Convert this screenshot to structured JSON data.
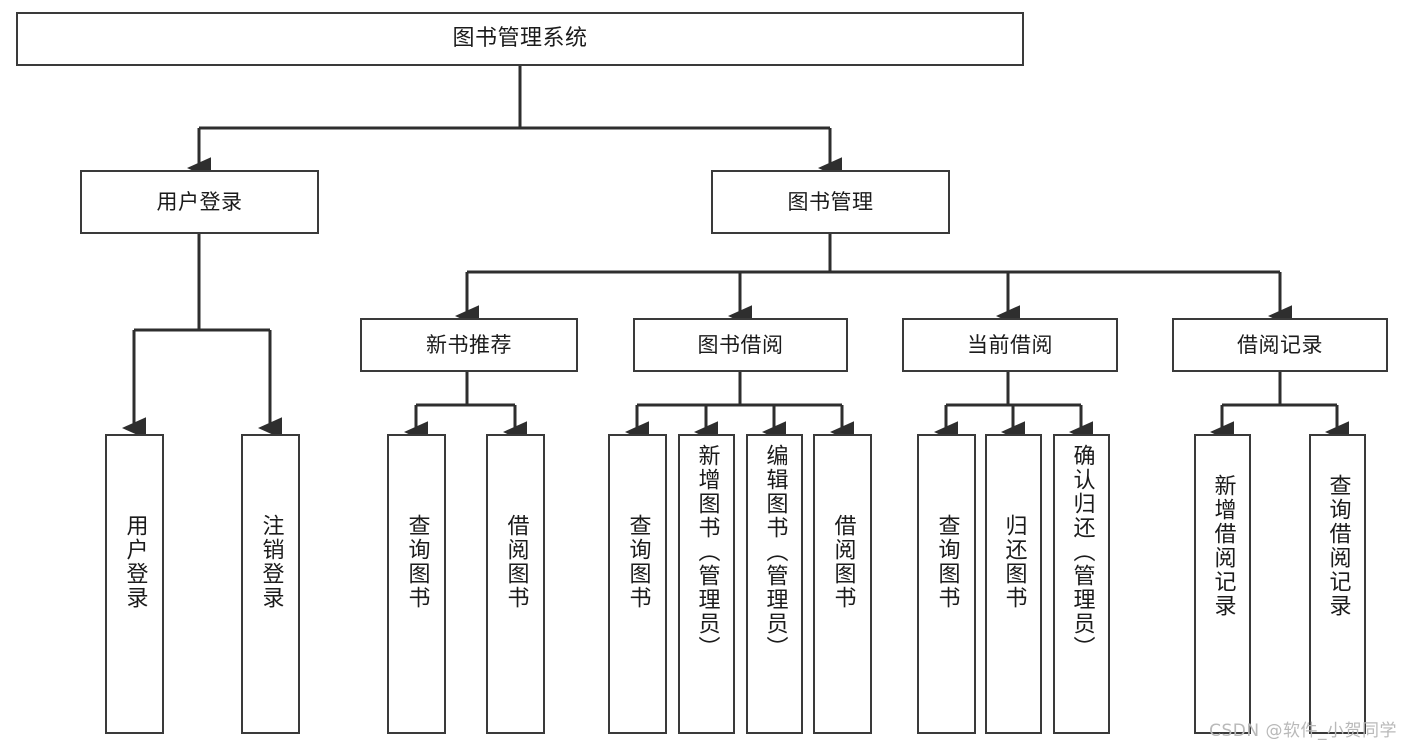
{
  "diagram": {
    "title": "图书管理系统",
    "type": "tree-hierarchy-diagram",
    "colors": {
      "box_border": "#3a3a3a",
      "box_fill": "#ffffff",
      "edge": "#2e2e2e",
      "text": "#1b1b1b",
      "watermark": "#b9b9b9",
      "background": "#ffffff"
    },
    "root": {
      "label": "图书管理系统"
    },
    "level1": [
      {
        "label": "用户登录"
      },
      {
        "label": "图书管理"
      }
    ],
    "level2": [
      {
        "label": "新书推荐"
      },
      {
        "label": "图书借阅"
      },
      {
        "label": "当前借阅"
      },
      {
        "label": "借阅记录"
      }
    ],
    "leaves": {
      "user_login": [
        {
          "label": "用户登录"
        },
        {
          "label": "注销登录"
        }
      ],
      "new_book_recommend": [
        {
          "label": "查询图书"
        },
        {
          "label": "借阅图书"
        }
      ],
      "book_borrow": [
        {
          "label": "查询图书"
        },
        {
          "label": "新增图书（管理员）"
        },
        {
          "label": "编辑图书（管理员）"
        },
        {
          "label": "借阅图书"
        }
      ],
      "current_borrow": [
        {
          "label": "查询图书"
        },
        {
          "label": "归还图书"
        },
        {
          "label": "确认归还（管理员）"
        }
      ],
      "borrow_record": [
        {
          "label": "新增借阅记录"
        },
        {
          "label": "查询借阅记录"
        }
      ]
    }
  },
  "watermark": {
    "text": "CSDN @软件_小贺同学"
  }
}
